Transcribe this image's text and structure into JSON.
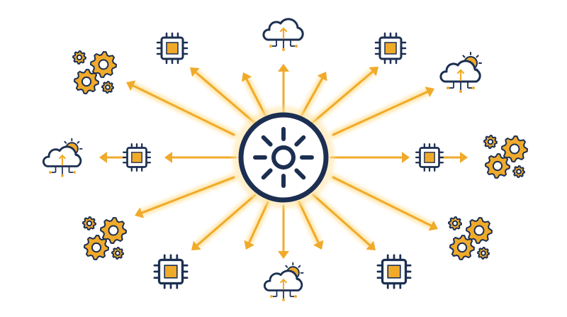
{
  "colors": {
    "navy": "#1c2f52",
    "gold": "#f0aa2a",
    "glow": "#ffe3a0",
    "background": "#ffffff"
  },
  "hub": {
    "icon": "sun-hub-icon"
  },
  "nodes": [
    {
      "name": "chip-top-left",
      "icon": "chip-icon"
    },
    {
      "name": "cloud-top",
      "icon": "cloud-network-icon"
    },
    {
      "name": "chip-top-right",
      "icon": "chip-icon"
    },
    {
      "name": "gears-upper-left",
      "icon": "gears-icon"
    },
    {
      "name": "cloud-sun-upper-right",
      "icon": "cloud-sun-network-icon"
    },
    {
      "name": "cloud-sun-left",
      "icon": "cloud-sun-network-icon"
    },
    {
      "name": "chip-left",
      "icon": "chip-icon"
    },
    {
      "name": "chip-right",
      "icon": "chip-icon"
    },
    {
      "name": "gears-right",
      "icon": "gears-icon"
    },
    {
      "name": "gears-lower-left",
      "icon": "gears-icon"
    },
    {
      "name": "gears-lower-right",
      "icon": "gears-icon"
    },
    {
      "name": "chip-bottom-left",
      "icon": "chip-icon"
    },
    {
      "name": "cloud-sun-bottom",
      "icon": "cloud-sun-network-icon"
    },
    {
      "name": "chip-bottom-right",
      "icon": "chip-icon"
    }
  ]
}
